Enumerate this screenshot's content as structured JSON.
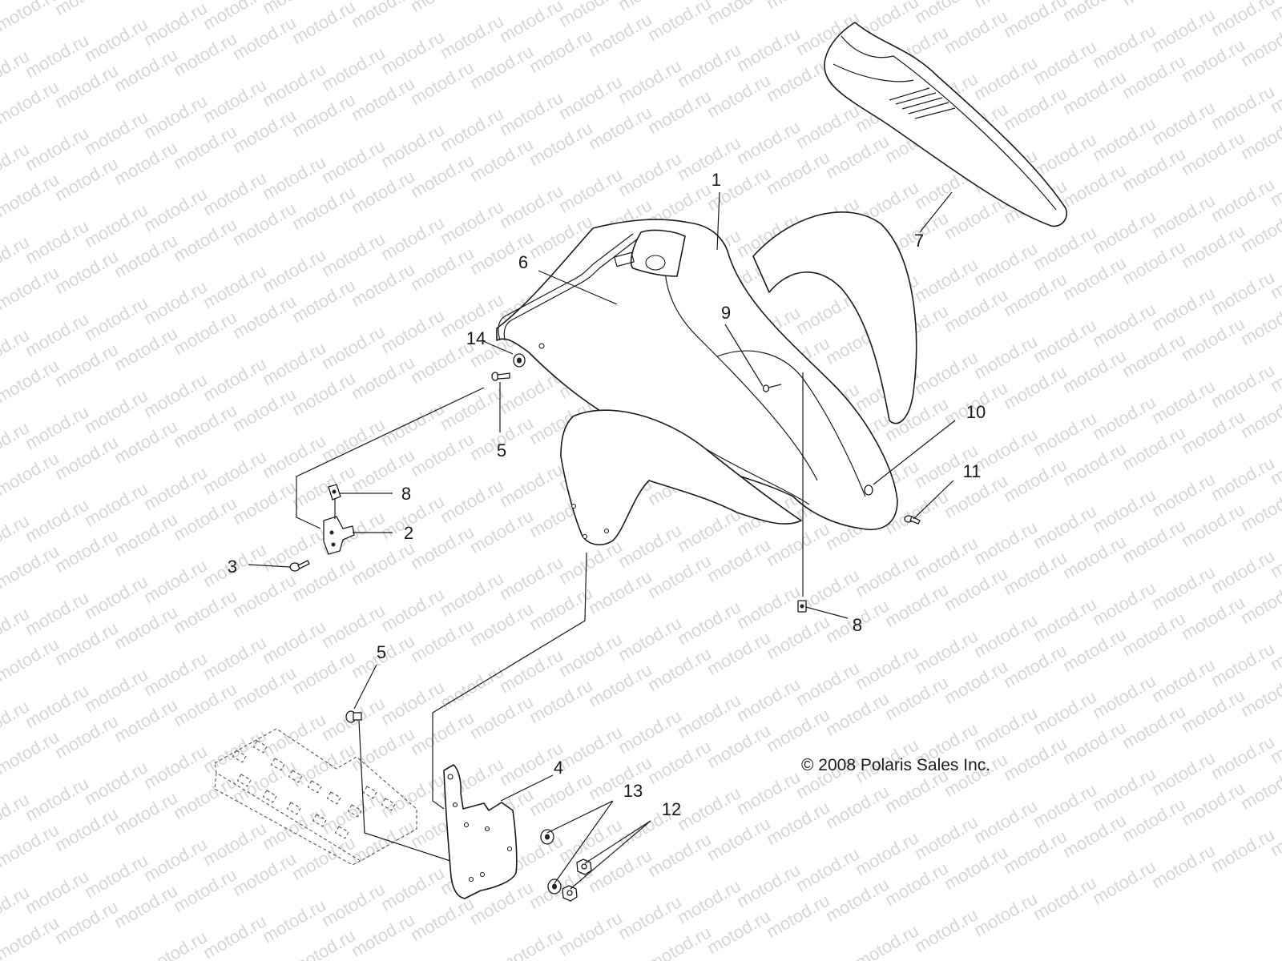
{
  "watermark": {
    "text": "motod.ru"
  },
  "copyright": "© 2008 Polaris Sales Inc.",
  "callouts": [
    {
      "id": "c1",
      "label": "1"
    },
    {
      "id": "c2",
      "label": "2"
    },
    {
      "id": "c3",
      "label": "3"
    },
    {
      "id": "c4",
      "label": "4"
    },
    {
      "id": "c5a",
      "label": "5"
    },
    {
      "id": "c5b",
      "label": "5"
    },
    {
      "id": "c6",
      "label": "6"
    },
    {
      "id": "c7",
      "label": "7"
    },
    {
      "id": "c8a",
      "label": "8"
    },
    {
      "id": "c8b",
      "label": "8"
    },
    {
      "id": "c9",
      "label": "9"
    },
    {
      "id": "c10",
      "label": "10"
    },
    {
      "id": "c11",
      "label": "11"
    },
    {
      "id": "c12",
      "label": "12"
    },
    {
      "id": "c13",
      "label": "13"
    },
    {
      "id": "c14",
      "label": "14"
    }
  ]
}
